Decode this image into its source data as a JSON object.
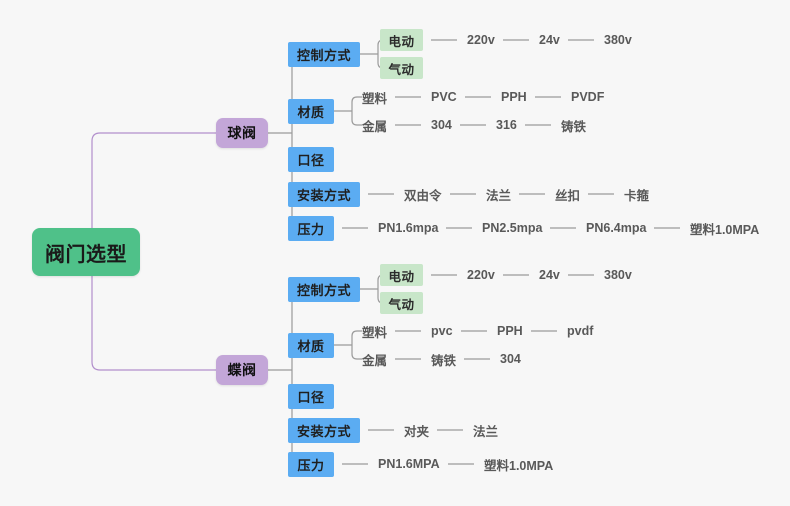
{
  "diagram": {
    "title": "阀门选型",
    "type": "mindmap",
    "colors": {
      "background": "#f7f7f7",
      "root": "#4fc189",
      "level2": "#c3a6d8",
      "level3": "#5bacf2",
      "level4": "#c8e6c9",
      "link_root": "#b28fcc",
      "link": "#9a9a9a",
      "leaf_text": "#595959"
    },
    "root": {
      "label": "阀门选型"
    },
    "branches": [
      {
        "label": "球阀",
        "children": [
          {
            "label": "控制方式",
            "children": [
              {
                "label": "电动",
                "boxed": true,
                "leaves": [
                  "220v",
                  "24v",
                  "380v"
                ]
              },
              {
                "label": "气动",
                "boxed": true,
                "leaves": []
              }
            ]
          },
          {
            "label": "材质",
            "children": [
              {
                "label": "塑料",
                "boxed": false,
                "leaves": [
                  "PVC",
                  "PPH",
                  "PVDF"
                ]
              },
              {
                "label": "金属",
                "boxed": false,
                "leaves": [
                  "304",
                  "316",
                  "铸铁"
                ]
              }
            ]
          },
          {
            "label": "口径",
            "children": []
          },
          {
            "label": "安装方式",
            "children": [],
            "leaves": [
              "双由令",
              "法兰",
              "丝扣",
              "卡箍"
            ]
          },
          {
            "label": "压力",
            "children": [],
            "leaves": [
              "PN1.6mpa",
              "PN2.5mpa",
              "PN6.4mpa",
              "塑料1.0MPA"
            ]
          }
        ]
      },
      {
        "label": "蝶阀",
        "children": [
          {
            "label": "控制方式",
            "children": [
              {
                "label": "电动",
                "boxed": true,
                "leaves": [
                  "220v",
                  "24v",
                  "380v"
                ]
              },
              {
                "label": "气动",
                "boxed": true,
                "leaves": []
              }
            ]
          },
          {
            "label": "材质",
            "children": [
              {
                "label": "塑料",
                "boxed": false,
                "leaves": [
                  "pvc",
                  "PPH",
                  "pvdf"
                ]
              },
              {
                "label": "金属",
                "boxed": false,
                "leaves": [
                  "铸铁",
                  "304"
                ]
              }
            ]
          },
          {
            "label": "口径",
            "children": []
          },
          {
            "label": "安装方式",
            "children": [],
            "leaves": [
              "对夹",
              "法兰"
            ]
          },
          {
            "label": "压力",
            "children": [],
            "leaves": [
              "PN1.6MPA",
              "塑料1.0MPA"
            ]
          }
        ]
      }
    ]
  }
}
